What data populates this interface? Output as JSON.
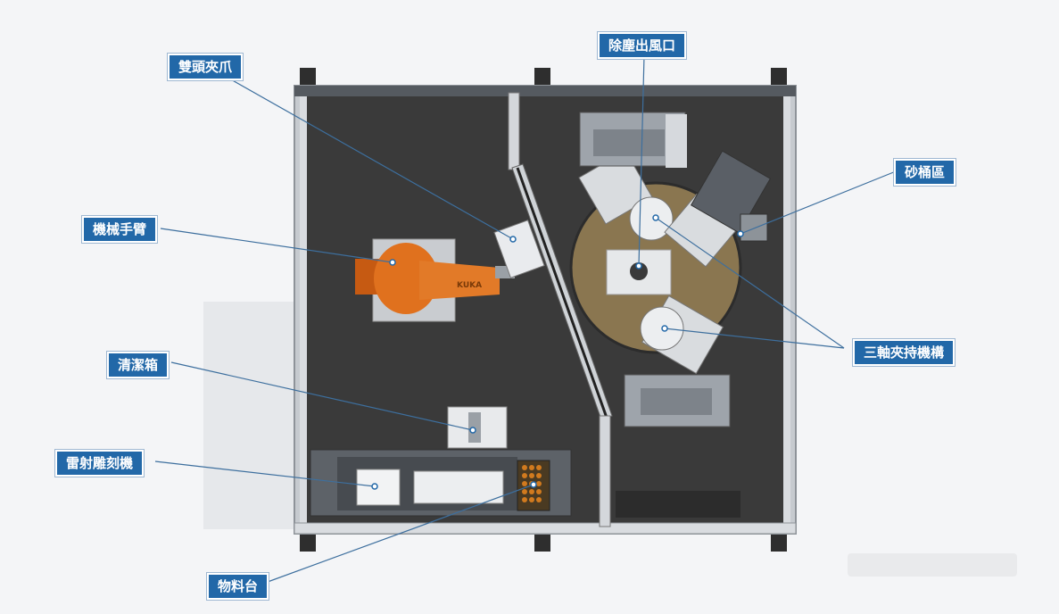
{
  "diagram": {
    "labels": {
      "gripper": "雙頭夾爪",
      "dust_outlet": "除塵出風口",
      "robot_arm": "機械手臂",
      "sand_bucket": "砂桶區",
      "cleaning_box": "清潔箱",
      "three_axis": "三軸夾持機構",
      "laser_engraver": "雷射雕刻機",
      "material_table": "物料台"
    },
    "robot_brand": "KUKA",
    "colors": {
      "callout": "#2268a8",
      "floor": "#3a3a3a",
      "frame": "#bfc3c8",
      "robot": "#e0711e",
      "turntable": "#8a7650",
      "leader_line": "#3d6f9e"
    }
  }
}
